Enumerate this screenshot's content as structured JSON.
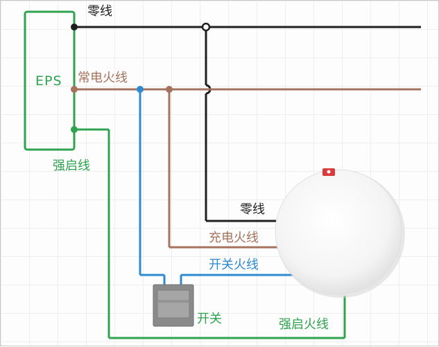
{
  "colors": {
    "neutral": "#1f1f1f",
    "live": "#a5735d",
    "switched": "#2b8ad0",
    "emergency": "#2fa24f"
  },
  "eps": {
    "label": "EPS"
  },
  "lines": {
    "neutral_top": "零线",
    "live_main": "常电火线",
    "emergency": "强启线",
    "neutral_lamp": "零线",
    "charge_live": "充电火线",
    "switch_live": "开关火线",
    "emergency_live": "强启火线"
  },
  "switch": {
    "label": "开关",
    "icon": "wall-switch-icon"
  },
  "lamp": {
    "icon": "ceiling-lamp-icon"
  }
}
